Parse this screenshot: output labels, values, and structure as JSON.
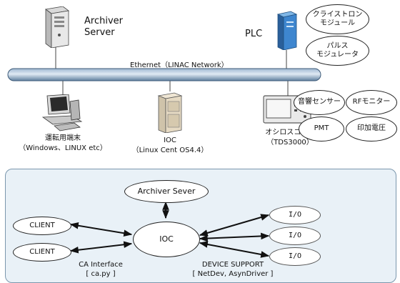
{
  "top": {
    "archiver_server": {
      "line1": "Archiver",
      "line2": "Server"
    },
    "plc": "PLC",
    "ethernet": "Ethernet（LINAC Network）",
    "klystron": {
      "line1": "クライストロン",
      "line2": "モジュール"
    },
    "pulse": {
      "line1": "パルス",
      "line2": "モジュレータ"
    },
    "terminal": {
      "line1": "運転用端末",
      "line2": "（Windows、LINUX  etc）"
    },
    "ioc": {
      "line1": "IOC",
      "line2": "（Linux Cent OS4.4）"
    },
    "oscilloscope": {
      "line1": "オシロスコープ",
      "line2": "（TDS3000）"
    },
    "sensors": [
      "音響センサー",
      "RFモニター",
      "PMT",
      "印加電圧"
    ]
  },
  "bottom": {
    "archiver": "Archiver Sever",
    "ioc": "IOC",
    "clients": [
      "CLIENT",
      "CLIENT"
    ],
    "ios": [
      "I/O",
      "I/O",
      "I/O"
    ],
    "ca_interface": {
      "line1": "CA Interface",
      "line2": "[ ca.py ]"
    },
    "device_support": {
      "line1": "DEVICE SUPPORT",
      "line2": "[ NetDev, AsynDriver ]"
    }
  }
}
